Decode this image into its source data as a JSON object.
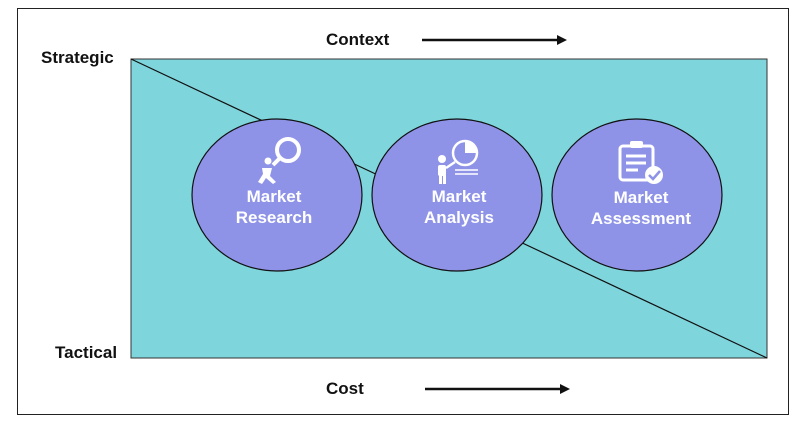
{
  "labels": {
    "top": "Context",
    "bottom": "Cost",
    "left_top": "Strategic",
    "left_bottom": "Tactical"
  },
  "colors": {
    "panel": "#7fd5dc",
    "circle": "#8e93e8",
    "text": "#ffffff"
  },
  "nodes": [
    {
      "line1": "Market",
      "line2": "Research",
      "icon": "magnifier-person-icon"
    },
    {
      "line1": "Market",
      "line2": "Analysis",
      "icon": "presenter-chart-icon"
    },
    {
      "line1": "Market",
      "line2": "Assessment",
      "icon": "clipboard-check-icon"
    }
  ]
}
